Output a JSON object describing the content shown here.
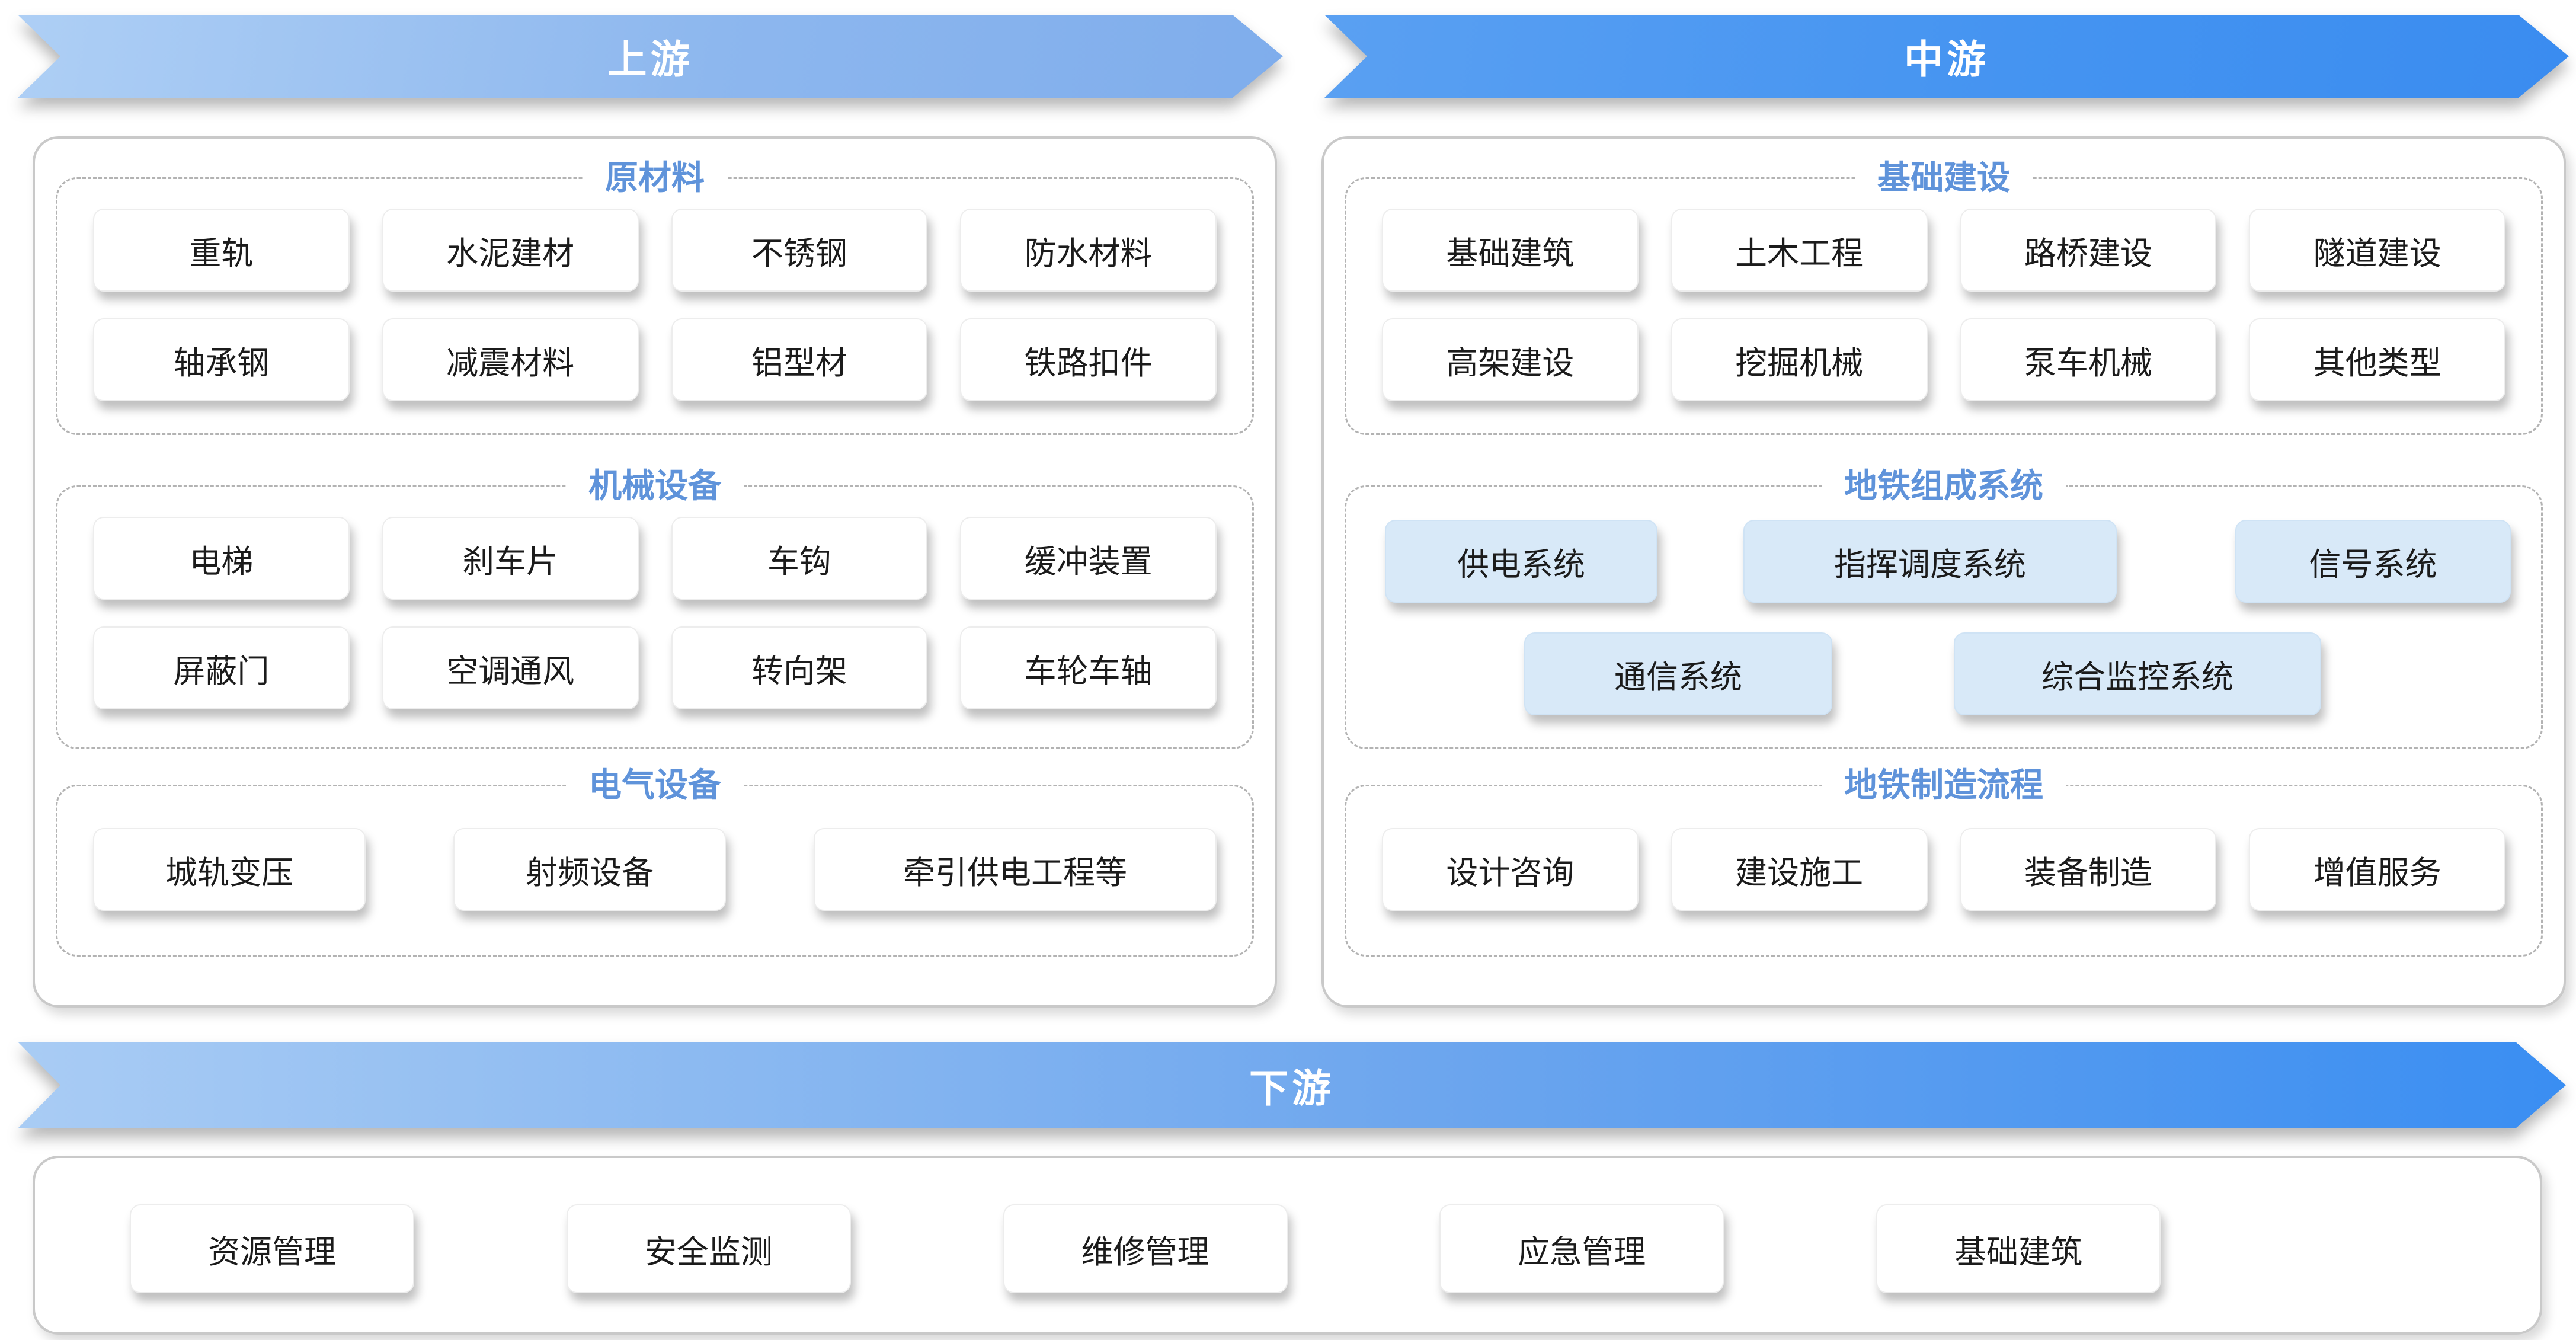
{
  "banners": {
    "upstream": "上游",
    "midstream": "中游",
    "downstream": "下游"
  },
  "upstream": {
    "sections": [
      {
        "title": "原材料",
        "items": [
          "重轨",
          "水泥建材",
          "不锈钢",
          "防水材料",
          "轴承钢",
          "减震材料",
          "铝型材",
          "铁路扣件"
        ]
      },
      {
        "title": "机械设备",
        "items": [
          "电梯",
          "刹车片",
          "车钩",
          "缓冲装置",
          "屏蔽门",
          "空调通风",
          "转向架",
          "车轮车轴"
        ]
      },
      {
        "title": "电气设备",
        "items": [
          "城轨变压",
          "射频设备",
          "牵引供电工程等"
        ]
      }
    ]
  },
  "midstream": {
    "sections": [
      {
        "title": "基础建设",
        "items": [
          "基础建筑",
          "土木工程",
          "路桥建设",
          "隧道建设",
          "高架建设",
          "挖掘机械",
          "泵车机械",
          "其他类型"
        ]
      },
      {
        "title": "地铁组成系统",
        "items": [
          "供电系统",
          "指挥调度系统",
          "信号系统",
          "通信系统",
          "综合监控系统"
        ],
        "highlight_color": "#d8e9f8"
      },
      {
        "title": "地铁制造流程",
        "items": [
          "设计咨询",
          "建设施工",
          "装备制造",
          "增值服务"
        ]
      }
    ]
  },
  "downstream": {
    "items": [
      "资源管理",
      "安全监测",
      "维修管理",
      "应急管理",
      "基础建筑"
    ]
  },
  "colors": {
    "upstream_banner_start": "#aecff5",
    "upstream_banner_end": "#7fadec",
    "midstream_banner_start": "#5aa0f2",
    "midstream_banner_end": "#3a8cf0",
    "downstream_banner_start": "#a9ccf4",
    "downstream_banner_end": "#3a8ef2",
    "section_title_blue": "#5f93da",
    "highlight_box_blue": "#d8e9f8",
    "panel_border_gray": "#c9c9c9",
    "dashed_border_gray": "#b3b3b3"
  }
}
